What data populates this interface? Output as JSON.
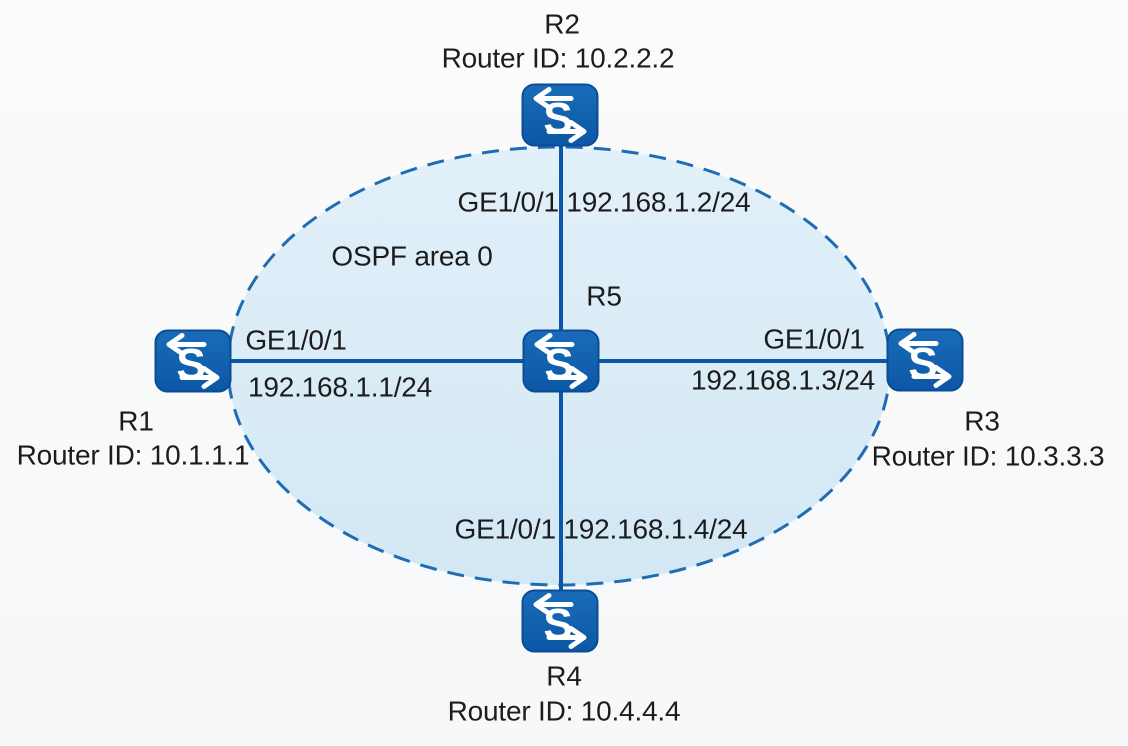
{
  "diagram": {
    "area_label": "OSPF area 0",
    "icon_letter": "S",
    "colors": {
      "node_fill_top": "#1a6cb8",
      "node_fill_bottom": "#0c57a6",
      "node_border": "#0a4c96",
      "link_line": "#0b57a7",
      "area_fill": "#d9ecf6",
      "area_border": "#1e6cb4",
      "text": "#1c1c1c"
    },
    "nodes": {
      "r1": {
        "name": "R1",
        "router_id": "Router ID: 10.1.1.1"
      },
      "r2": {
        "name": "R2",
        "router_id": "Router ID: 10.2.2.2"
      },
      "r3": {
        "name": "R3",
        "router_id": "Router ID: 10.3.3.3"
      },
      "r4": {
        "name": "R4",
        "router_id": "Router ID: 10.4.4.4"
      },
      "r5": {
        "name": "R5"
      }
    },
    "interfaces": {
      "r2_link_label": "GE1/0/1 192.168.1.2/24",
      "r4_link_label": "GE1/0/1 192.168.1.4/24",
      "r1_if_label": "GE1/0/1",
      "r1_ip_label": "192.168.1.1/24",
      "r3_if_label": "GE1/0/1",
      "r3_ip_label": "192.168.1.3/24"
    }
  }
}
